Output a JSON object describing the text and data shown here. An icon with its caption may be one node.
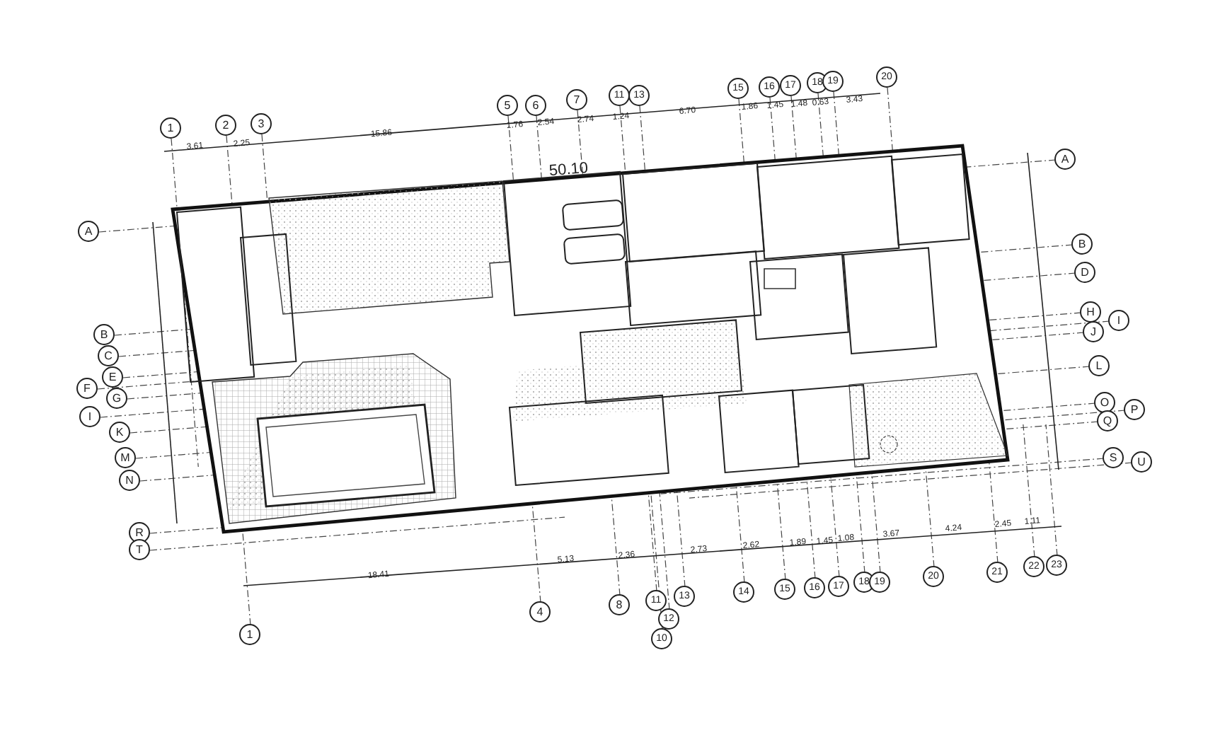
{
  "diagram": {
    "labels": [
      "1",
      "2",
      "3",
      "5",
      "6",
      "7",
      "11",
      "13",
      "15",
      "16",
      "17",
      "18",
      "19",
      "20",
      "3.61",
      "2.25",
      "15.86",
      "1.76",
      "2.54",
      "2.74",
      "1.24",
      "6.70",
      "1.86",
      "1.45",
      "1.48",
      "0.63",
      "3.43",
      "50.10",
      "A",
      "B",
      "D",
      "H",
      "I",
      "J",
      "L",
      "O",
      "P",
      "Q",
      "S",
      "U",
      "A",
      "B",
      "C",
      "E",
      "F",
      "G",
      "I",
      "K",
      "M",
      "N",
      "R",
      "T",
      "1",
      "4",
      "8",
      "11",
      "12",
      "13",
      "10",
      "14",
      "15",
      "16",
      "17",
      "18",
      "19",
      "20",
      "21",
      "22",
      "23",
      "18.41",
      "5.13",
      "2.36",
      "2.73",
      "2.62",
      "1.89",
      "1.45",
      "1.08",
      "3.67",
      "4.24",
      "2.45",
      "1.11"
    ]
  }
}
